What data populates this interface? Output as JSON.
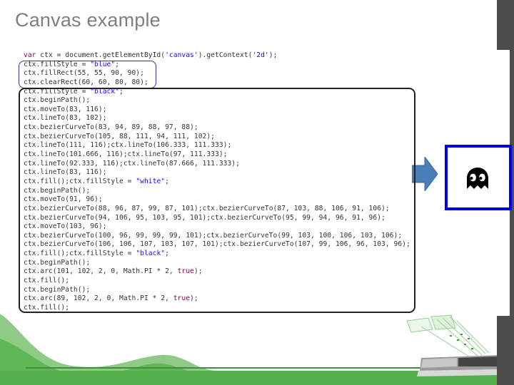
{
  "slide": {
    "title": "Canvas example"
  },
  "code": {
    "lines": [
      "var ctx = document.getElementById('canvas').getContext('2d');",
      "ctx.fillStyle = \"blue\";",
      "ctx.fillRect(55, 55, 90, 90);",
      "ctx.clearRect(60, 60, 80, 80);",
      "ctx.fillStyle = \"black\";",
      "ctx.beginPath();",
      "ctx.moveTo(83, 116);",
      "ctx.lineTo(83, 102);",
      "ctx.bezierCurveTo(83, 94, 89, 88, 97, 88);",
      "ctx.bezierCurveTo(105, 88, 111, 94, 111, 102);",
      "ctx.lineTo(111, 116);ctx.lineTo(106.333, 111.333);",
      "ctx.lineTo(101.666, 116);ctx.lineTo(97, 111.333);",
      "ctx.lineTo(92.333, 116);ctx.lineTo(87.666, 111.333);",
      "ctx.lineTo(83, 116);",
      "ctx.fill();ctx.fillStyle = \"white\";",
      "ctx.beginPath();",
      "ctx.moveTo(91, 96);",
      "ctx.bezierCurveTo(88, 96, 87, 99, 87, 101);ctx.bezierCurveTo(87, 103, 88, 106, 91, 106);",
      "ctx.bezierCurveTo(94, 106, 95, 103, 95, 101);ctx.bezierCurveTo(95, 99, 94, 96, 91, 96);",
      "ctx.moveTo(103, 96);",
      "ctx.bezierCurveTo(100, 96, 99, 99, 99, 101);ctx.bezierCurveTo(99, 103, 100, 106, 103, 106);",
      "ctx.bezierCurveTo(106, 106, 107, 103, 107, 101);ctx.bezierCurveTo(107, 99, 106, 96, 103, 96);",
      "ctx.fill();ctx.fillStyle = \"black\";",
      "ctx.beginPath();",
      "ctx.arc(101, 102, 2, 0, Math.PI * 2, true);",
      "ctx.fill();",
      "ctx.beginPath();",
      "ctx.arc(89, 102, 2, 0, Math.PI * 2, true);",
      "ctx.fill();"
    ]
  },
  "result": {
    "canvas_border_color": "#0000e0",
    "icons": [
      "right-arrow-icon",
      "ghost-icon"
    ]
  },
  "colors": {
    "title": "#7f7f7f",
    "keyword": "#7f0055",
    "string": "#2a00ff",
    "arrow": "#4a7ebb",
    "green": "#55b04c",
    "sidebar": "#4d4d4d"
  }
}
